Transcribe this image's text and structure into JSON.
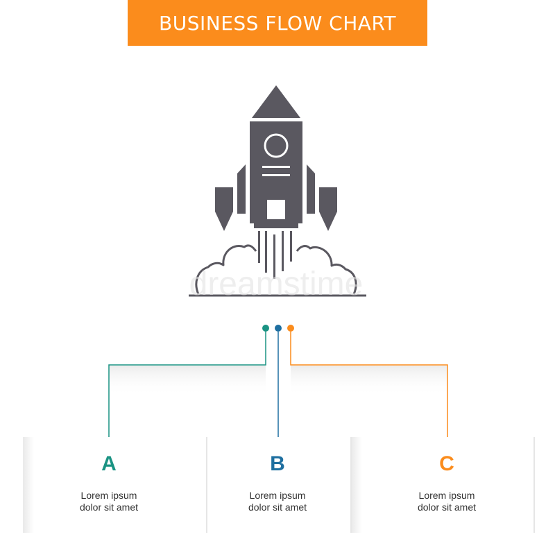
{
  "header": {
    "title": "BUSINESS FLOW CHART"
  },
  "icon": {
    "name": "rocket-launch-icon",
    "color": "#5a5860"
  },
  "watermark": {
    "text": "dreamstime"
  },
  "colors": {
    "accent_orange": "#fb8c1c",
    "teal": "#1a9383",
    "blue": "#1e6fa0",
    "orange": "#fb8c1c"
  },
  "steps": [
    {
      "letter": "A",
      "line1": "Lorem ipsum",
      "line2": "dolor sit amet",
      "color": "#1a9383"
    },
    {
      "letter": "B",
      "line1": "Lorem ipsum",
      "line2": "dolor sit amet",
      "color": "#1e6fa0"
    },
    {
      "letter": "C",
      "line1": "Lorem ipsum",
      "line2": "dolor sit amet",
      "color": "#fb8c1c"
    }
  ]
}
